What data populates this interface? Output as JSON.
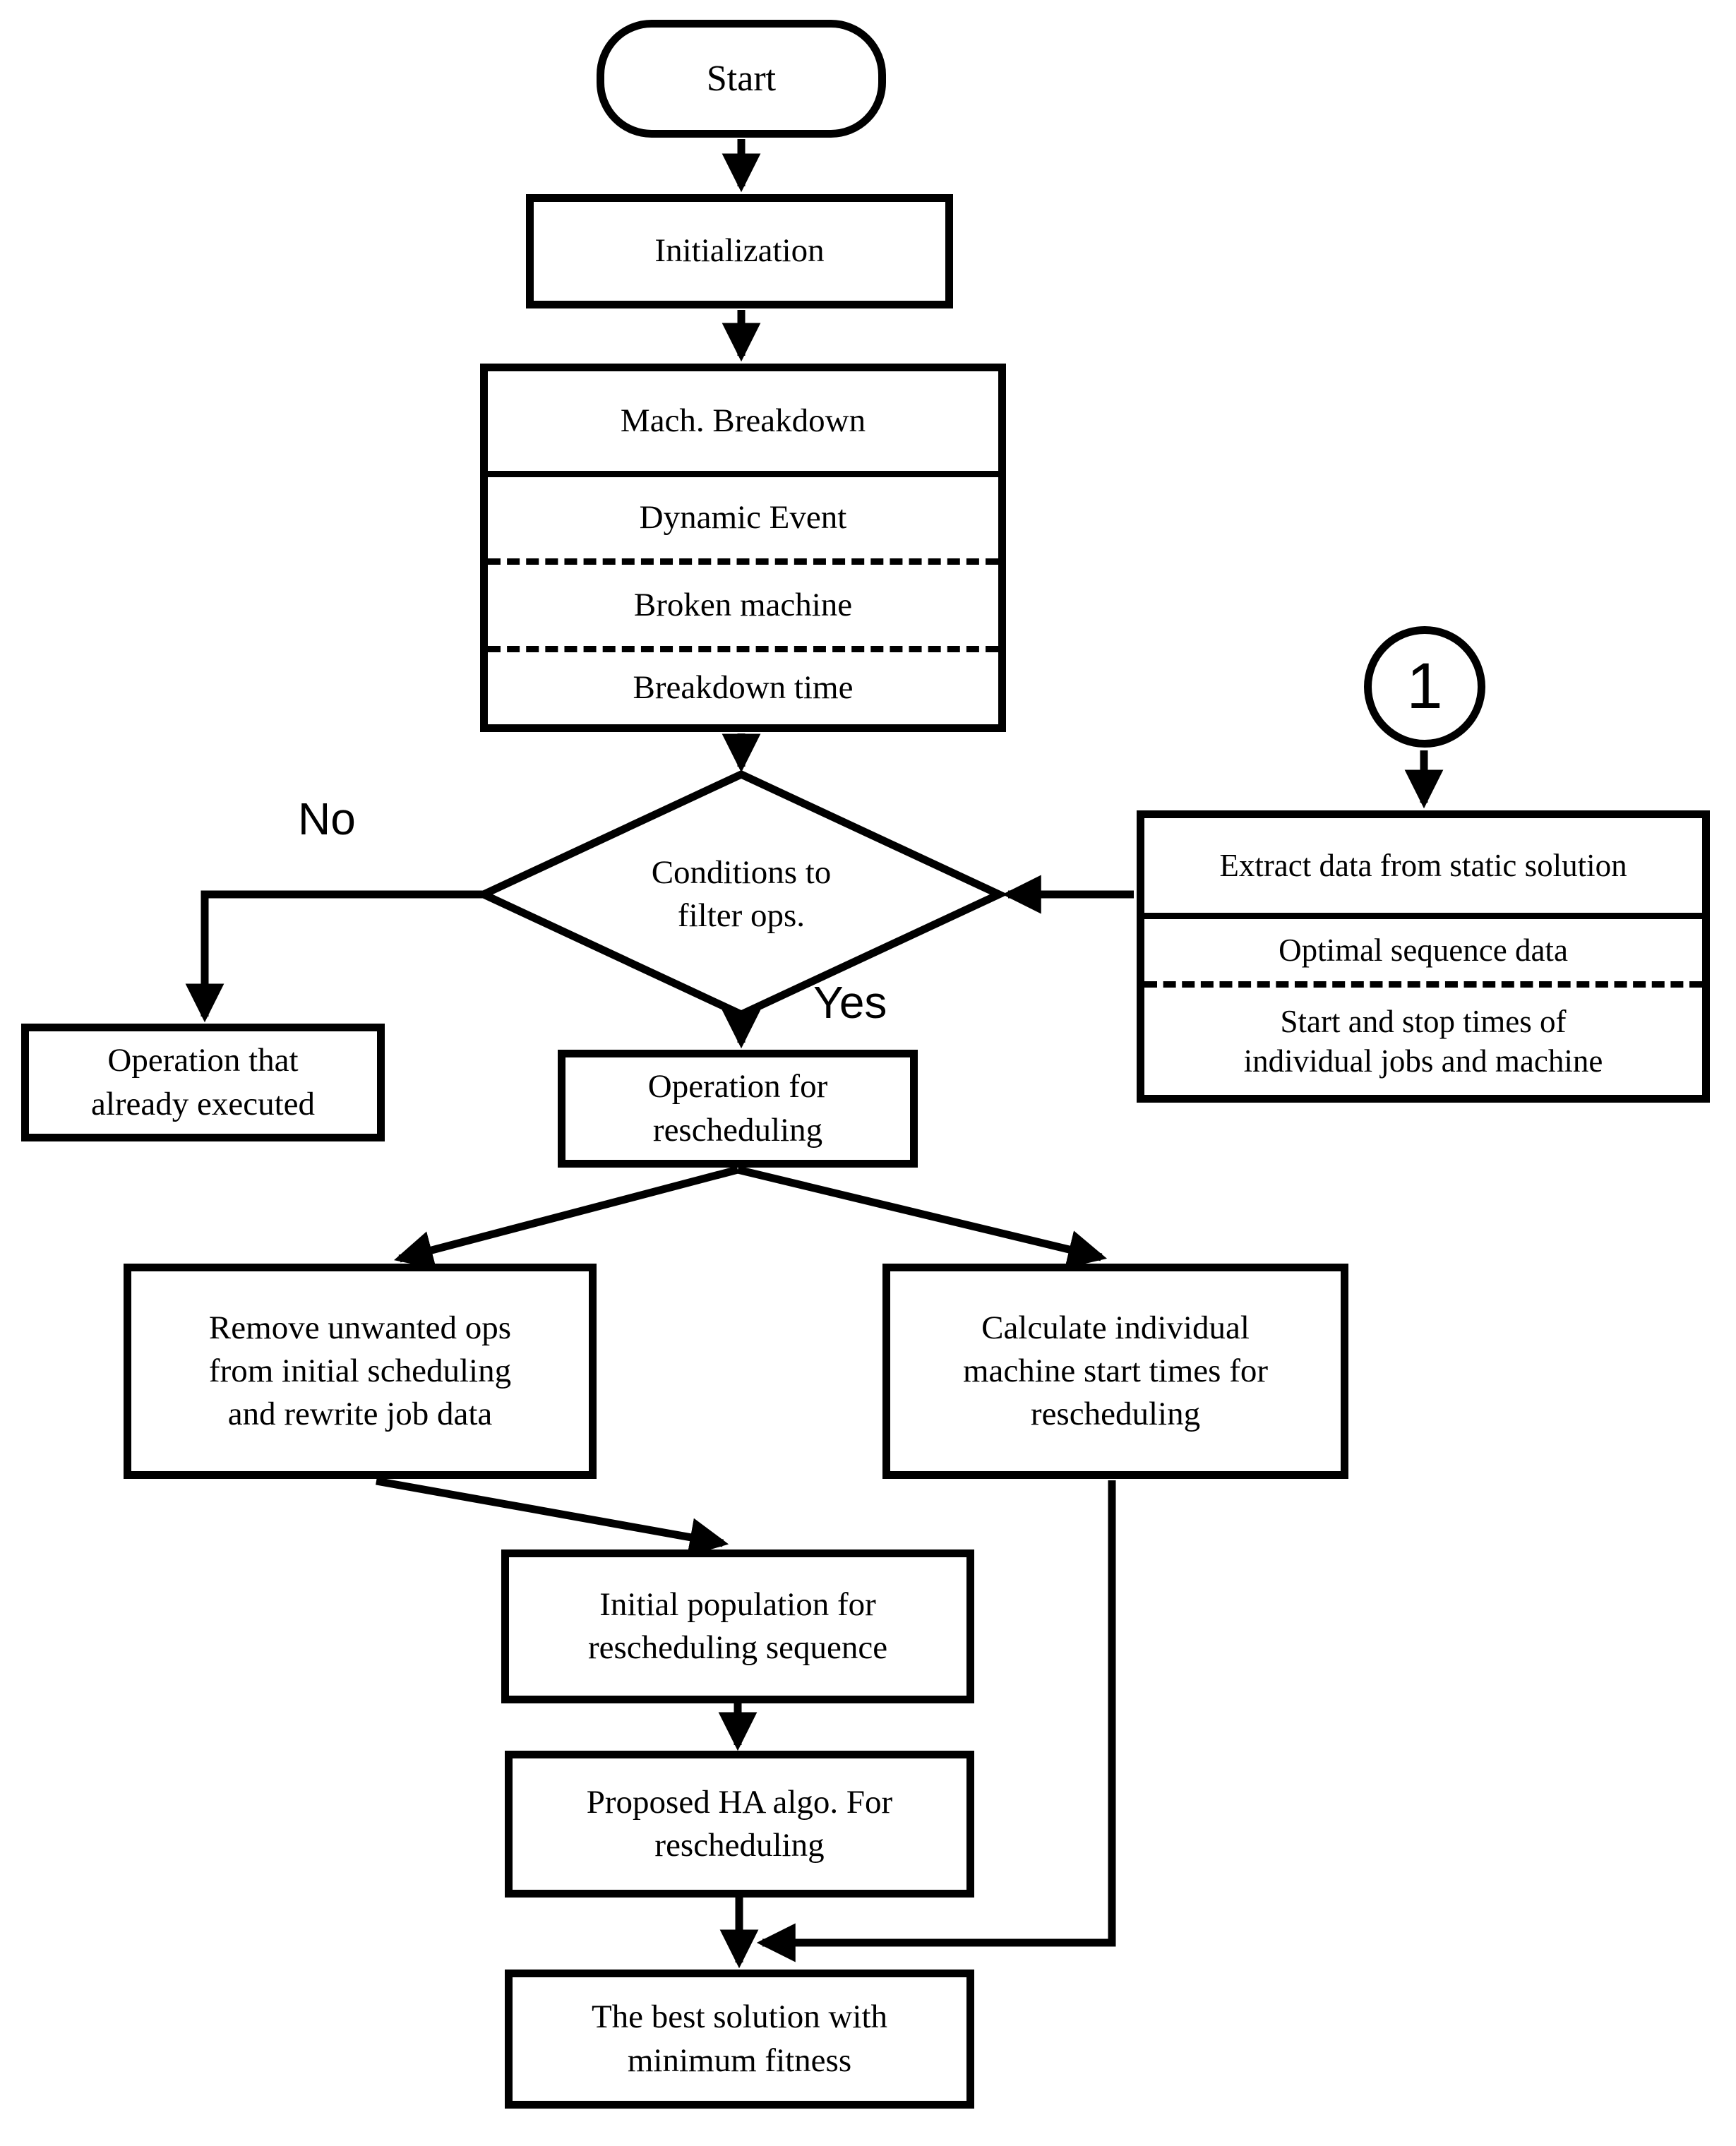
{
  "diagram": {
    "background": "#ffffff",
    "line_color": "#000000",
    "nodes": {
      "start": {
        "label": "Start"
      },
      "initialization": {
        "label": "Initialization"
      },
      "breakdown": {
        "rows": [
          "Mach. Breakdown",
          "Dynamic Event",
          "Broken machine",
          "Breakdown time"
        ]
      },
      "conditions": {
        "label": "Conditions to filter ops."
      },
      "already_executed": {
        "label": "Operation that already executed"
      },
      "operation_rescheduling": {
        "label": "Operation for rescheduling"
      },
      "connector_1": {
        "label": "1"
      },
      "extract": {
        "rows": [
          "Extract data from static solution",
          "Optimal sequence data",
          "Start and stop times of individual jobs and machine"
        ]
      },
      "remove_unwanted": {
        "label": "Remove unwanted ops from initial scheduling and rewrite job data"
      },
      "calculate_start_times": {
        "label": "Calculate individual machine start times for rescheduling"
      },
      "initial_population": {
        "label": "Initial population for rescheduling sequence"
      },
      "proposed_ha": {
        "label": "Proposed HA algo. For rescheduling"
      },
      "best_solution": {
        "label": "The best solution with minimum fitness"
      }
    },
    "edge_labels": {
      "no": "No",
      "yes": "Yes"
    }
  }
}
